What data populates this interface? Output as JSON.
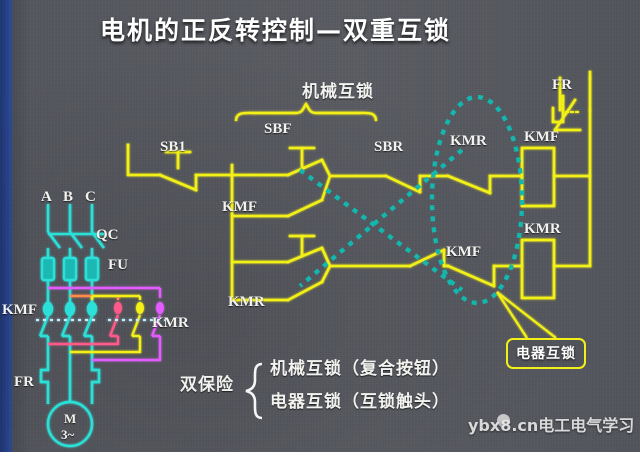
{
  "title": "电机的正反转控制—双重互锁",
  "colors": {
    "background": "#55575e",
    "left_strip": "#24408a",
    "control_wire": "#f2f017",
    "power_wire": "#2ce0d8",
    "interlock_dots": "#12b7ae",
    "phase_r": "#ff5a8a",
    "phase_v": "#e35bff",
    "label_text": "#f2f2ef"
  },
  "power_circuit": {
    "phases": [
      "A",
      "B",
      "C"
    ],
    "switch_label": "QC",
    "fuse_label": "FU",
    "contactor_forward": "KMF",
    "contactor_reverse": "KMR",
    "thermal_relay": "FR",
    "motor": {
      "line1": "M",
      "line2": "3~"
    }
  },
  "control_circuit": {
    "stop_button": "SB1",
    "forward_button": "SBF",
    "reverse_button": "SBR",
    "seal_contact_forward": "KMF",
    "seal_contact_reverse": "KMR",
    "interlock_contact_reverse": "KMR",
    "interlock_contact_forward": "KMF",
    "coil_forward": "KMF",
    "coil_reverse": "KMR",
    "thermal_relay_contact": "FR"
  },
  "annotations": {
    "mechanical_interlock": "机械互锁",
    "electrical_interlock_callout": "电器互锁"
  },
  "summary": {
    "heading": "双保险",
    "item1": "机械互锁（复合按钮）",
    "item2": "电器互锁（互锁触头）"
  },
  "watermark": "ybx8.cn电工电气学习"
}
